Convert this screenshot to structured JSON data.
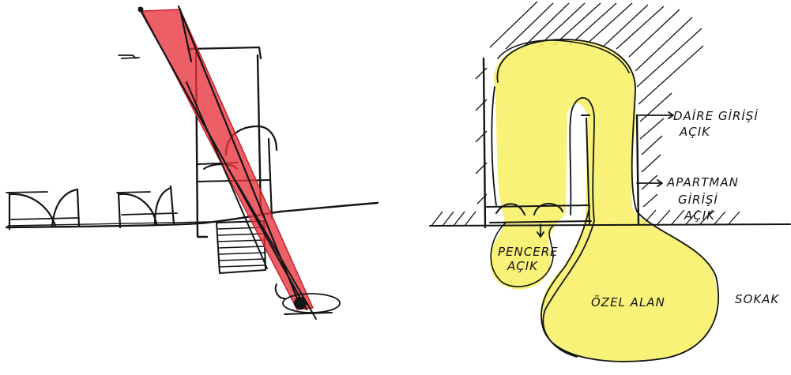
{
  "colors": {
    "ink": "#141414",
    "sightline_red": "#e8323c",
    "space_yellow": "#f7f16a"
  },
  "sketches": {
    "left": {
      "subject": "view-cone-plan"
    },
    "right": {
      "labels": {
        "daire_line1": "DAİRE GİRİŞİ",
        "daire_line2": "AÇIK",
        "apartman_line1": "APARTMAN",
        "apartman_line2": "GİRİŞİ",
        "apartman_line3": "AÇIK",
        "pencere_line1": "PENCERE",
        "pencere_line2": "AÇIK",
        "ozel_alan": "ÖZEL ALAN",
        "sokak": "SOKAK"
      }
    }
  }
}
